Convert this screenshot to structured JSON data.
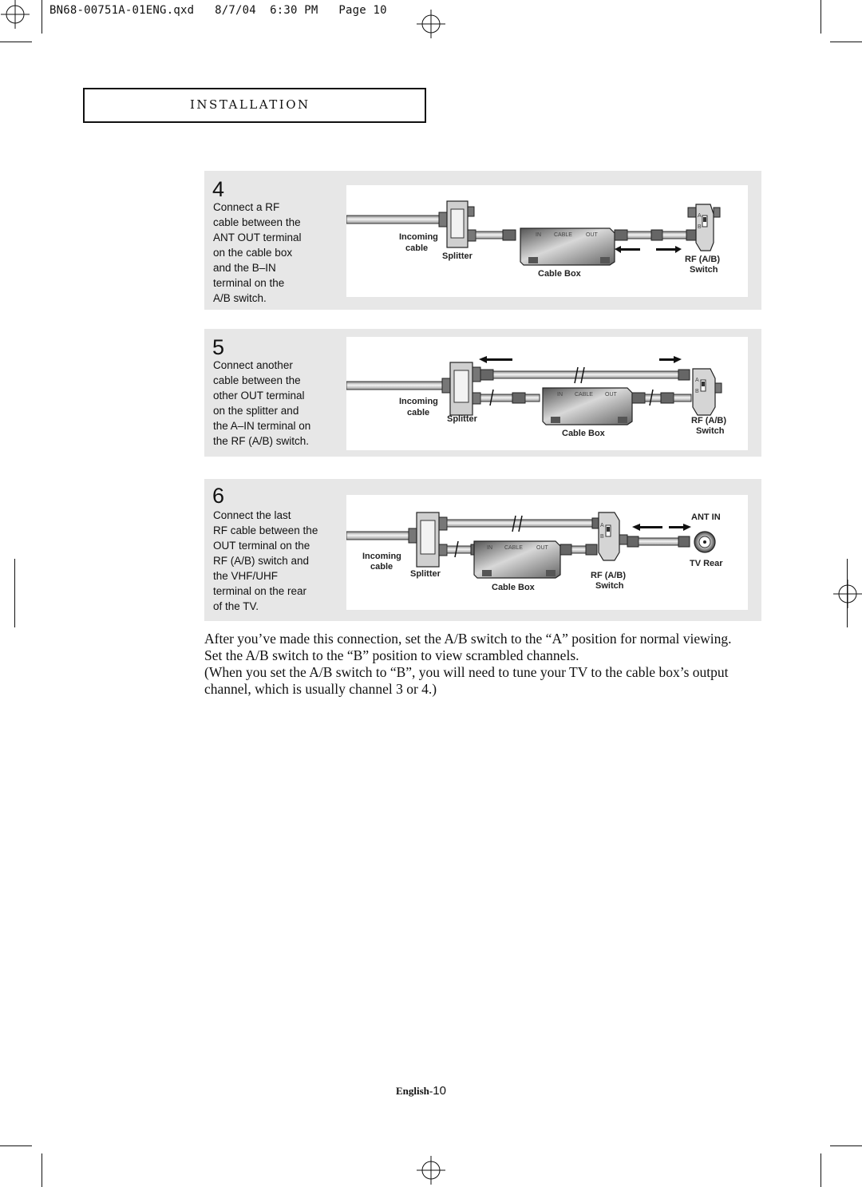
{
  "slug_line": "BN68-00751A-01ENG.qxd   8/7/04  6:30 PM   Page 10",
  "section_title": "INSTALLATION",
  "steps": [
    {
      "number": "4",
      "text": "Connect a RF\ncable between the\nANT OUT terminal\non the cable box\nand the B–IN\nterminal on the\nA/B switch.",
      "labels": {
        "incoming": "Incoming",
        "cable": "cable",
        "splitter": "Splitter",
        "box_in": "IN",
        "box_cable": "CABLE",
        "box_out": "OUT",
        "cable_box": "Cable  Box",
        "switch_a": "A",
        "switch_b": "B",
        "rf_ab": "RF  (A/B)",
        "switch": "Switch"
      }
    },
    {
      "number": "5",
      "text": "Connect another\ncable between the\nother OUT terminal\non the splitter and\nthe A–IN terminal on\nthe RF (A/B) switch.",
      "labels": {
        "incoming": "Incoming",
        "cable": "cable",
        "splitter": "Splitter",
        "box_in": "IN",
        "box_cable": "CABLE",
        "box_out": "OUT",
        "cable_box": "Cable  Box",
        "switch_a": "A",
        "switch_b": "B",
        "rf_ab": "RF  (A/B)",
        "switch": "Switch"
      }
    },
    {
      "number": "6",
      "text": "Connect the last\nRF cable between the\nOUT terminal on the\nRF (A/B) switch and\nthe VHF/UHF\nterminal on the rear\nof the TV.",
      "labels": {
        "incoming": "Incoming",
        "cable": "cable",
        "splitter": "Splitter",
        "box_in": "IN",
        "box_cable": "CABLE",
        "box_out": "OUT",
        "cable_box": "Cable  Box",
        "switch_a": "A",
        "switch_b": "B",
        "rf_ab": "RF  (A/B)",
        "switch": "Switch",
        "ant_in": "ANT IN",
        "tv_rear": "TV  Rear"
      }
    }
  ],
  "body_paragraphs": [
    "After you’ve made this connection, set the A/B switch to the “A” position for normal viewing. Set the A/B switch to the “B” position to view scrambled channels.",
    "(When you set the A/B switch to “B”, you will need to tune your TV to the cable box’s output channel, which is usually channel 3 or 4.)"
  ],
  "footer": {
    "language": "English-",
    "page_number": "10"
  }
}
